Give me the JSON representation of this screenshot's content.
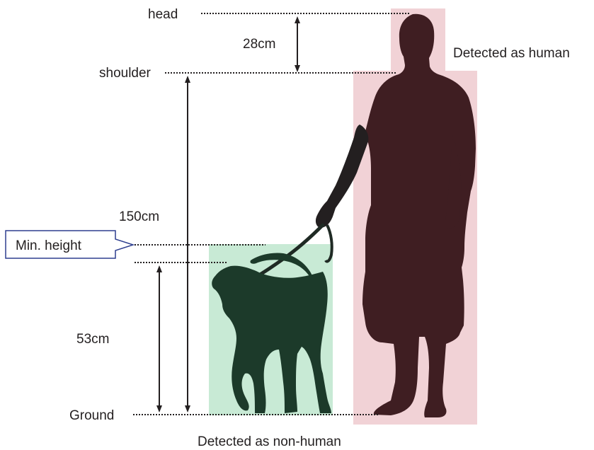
{
  "labels": {
    "head": "head",
    "shoulder": "shoulder",
    "ground": "Ground",
    "min_height": "Min. height",
    "dim_28": "28cm",
    "dim_150": "150cm",
    "dim_53": "53cm",
    "detected_human": "Detected as human",
    "detected_non_human": "Detected as non-human"
  },
  "colors": {
    "human_box": "#f1d2d6",
    "dog_box": "#c8ead5",
    "human_silhouette": "#3f1e22",
    "dog_silhouette": "#1c3a2a",
    "text": "#231f20",
    "callout_border": "#2e3f8f"
  }
}
